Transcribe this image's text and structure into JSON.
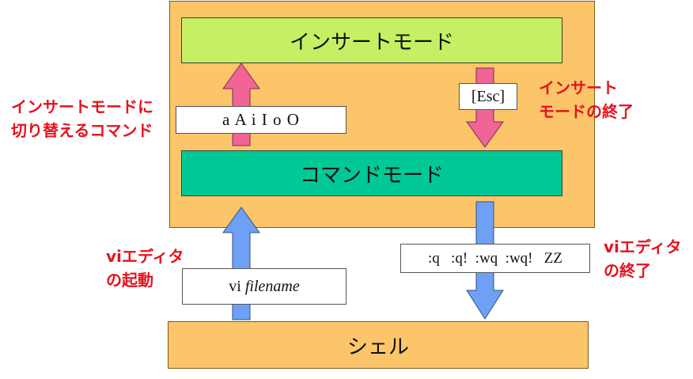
{
  "modes": {
    "insert": "インサートモード",
    "command": "コマンドモード",
    "shell": "シェル"
  },
  "keys": {
    "insert_commands": "a A i I o O",
    "escape": "[Esc]",
    "quit_commands": ":q   :q!  :wq  :wq!   ZZ",
    "start_command": "vi",
    "start_argument": "filename"
  },
  "labels": {
    "switch_to_insert_line1": "インサートモードに",
    "switch_to_insert_line2": "切り替えるコマンド",
    "exit_insert_line1": "インサート",
    "exit_insert_line2": "モードの終了",
    "start_vi_line1": "viエディタ",
    "start_vi_line2": "の起動",
    "exit_vi_line1": "viエディタ",
    "exit_vi_line2": "の終了"
  },
  "colors": {
    "vi_frame": "#fcc56a",
    "insert_mode": "#c6f064",
    "command_mode": "#00c896",
    "shell": "#fcc56a",
    "pink_arrow": "#f06496",
    "blue_arrow": "#6ea0f5",
    "label_text": "#e6121e"
  },
  "icons": {
    "to_insert": "arrow-up-pink",
    "to_command": "arrow-down-pink",
    "shell_to_vi": "arrow-up-blue",
    "vi_to_shell": "arrow-down-blue"
  }
}
